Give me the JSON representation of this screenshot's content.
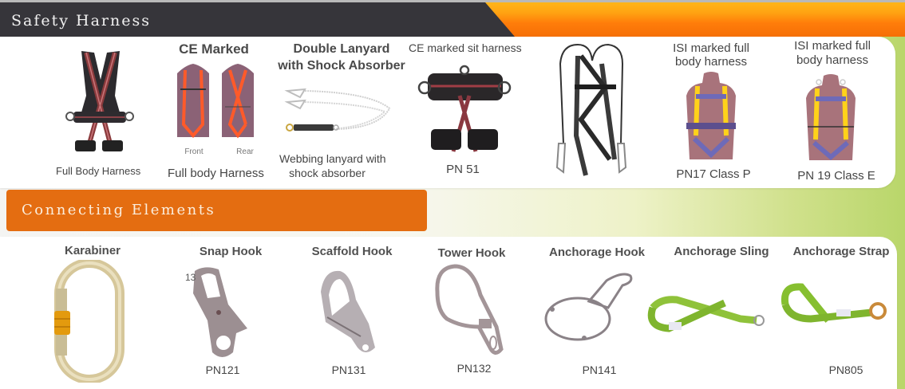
{
  "header": {
    "title": "Safety Harness",
    "dark_color": "#36353a",
    "accent_color": "#ff7d0a"
  },
  "safety_harness": {
    "items": [
      {
        "heading": "",
        "caption": "Full Body Harness",
        "image": "full-body-harness-black"
      },
      {
        "heading": "CE Marked",
        "sub_labels": [
          "Front",
          "Rear"
        ],
        "caption": "Full body Harness",
        "image": "ce-marked-harness-mannequins"
      },
      {
        "heading_line1": "Double Lanyard",
        "heading_line2": "with Shock Absorber",
        "caption_line1": "Webbing lanyard with",
        "caption_line2": "shock absorber",
        "image": "double-lanyard"
      },
      {
        "heading": "CE marked sit harness",
        "caption": "PN 51",
        "image": "sit-harness"
      },
      {
        "heading": "",
        "caption": "",
        "image": "harness-with-twin-lanyard"
      },
      {
        "heading_line1": "ISI marked full",
        "heading_line2": "body harness",
        "caption": "PN17 Class P",
        "image": "isi-harness-class-p"
      },
      {
        "heading_line1": "ISI marked full",
        "heading_line2": "body harness",
        "caption": "PN 19  Class E",
        "image": "isi-harness-class-e"
      }
    ]
  },
  "connecting_elements": {
    "title": "Connecting Elements",
    "banner_color": "#e46d11",
    "items": [
      {
        "heading": "Karabiner",
        "caption": "",
        "image": "karabiner"
      },
      {
        "heading": "Snap Hook",
        "caption": "PN121",
        "image": "snap-hook",
        "stamp": "13"
      },
      {
        "heading": "Scaffold Hook",
        "caption": "PN131",
        "image": "scaffold-hook"
      },
      {
        "heading": "Tower Hook",
        "caption": "PN132",
        "image": "tower-hook"
      },
      {
        "heading": "Anchorage Hook",
        "caption": "PN141",
        "image": "anchorage-hook"
      },
      {
        "heading": "Anchorage Sling",
        "caption": "",
        "image": "anchorage-sling"
      },
      {
        "heading": "Anchorage Strap",
        "caption": "PN805",
        "image": "anchorage-strap"
      }
    ]
  }
}
